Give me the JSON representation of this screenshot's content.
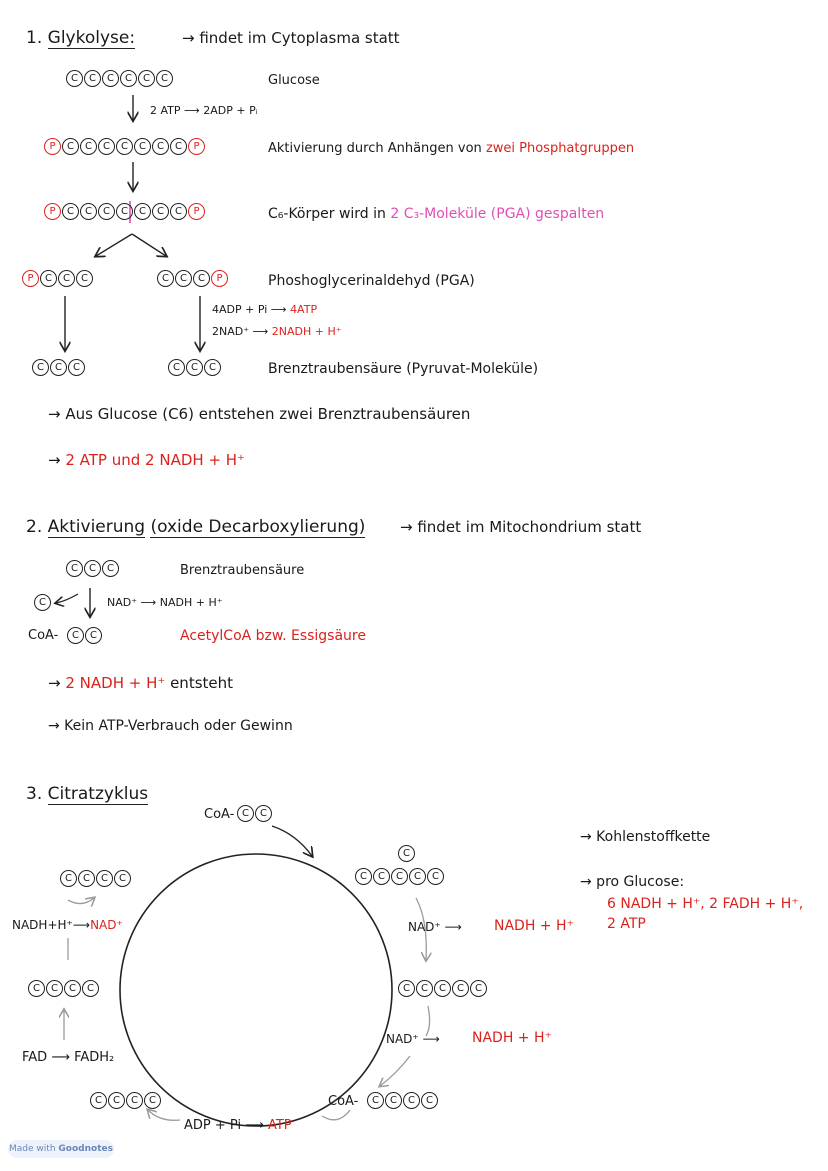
{
  "s1": {
    "num": "1.",
    "title": "Glykolyse:",
    "location": "→ findet im Cytoplasma statt",
    "glucose_label": "Glucose",
    "step1_reaction": "2 ATP ⟶ 2ADP + Pᵢ",
    "activation_label": "Aktivierung durch Anhängen von",
    "activation_red": "zwei Phosphatgruppen",
    "split_label": "C₆-Körper wird in",
    "split_pink": "2 C₃-Moleküle (PGA) gespalten",
    "pga_label": "Phoshoglycerinaldehyd (PGA)",
    "r1_left": "4ADP + Pi ⟶",
    "r1_right": "4ATP",
    "r2_left": "2NAD⁺ ⟶",
    "r2_right": "2NADH + H⁺",
    "pyruvate_label": "Brenztraubensäure (Pyruvat-Moleküle)",
    "summary1": "→ Aus Glucose (C6) entstehen zwei Brenztraubensäuren",
    "summary2_arrow": "→",
    "summary2": "2 ATP und 2 NADH + H⁺"
  },
  "s2": {
    "num": "2.",
    "title_a": "Aktivierung",
    "title_b": "(oxide Decarboxylierung)",
    "location": "→ findet im Mitochondrium statt",
    "brenz_label": "Brenztraubensäure",
    "nad_reaction": "NAD⁺ ⟶ NADH + H⁺",
    "coa_prefix": "CoA-",
    "acetyl_label": "AcetylCoA bzw. Essigsäure",
    "result1_arrow": "→",
    "result1": "2 NADH + H⁺",
    "result1_tail": "entsteht",
    "result2": "→ Kein ATP-Verbrauch oder Gewinn"
  },
  "s3": {
    "num": "3.",
    "title": "Citratzyklus",
    "coa_top": "CoA-",
    "coa_bottom": "CoA-",
    "nadh_left_black": "NADH+H⁺⟶",
    "nadh_left_red": "NAD⁺",
    "nad_right1": "NAD⁺ ⟶",
    "nadh_right1": "NADH + H⁺",
    "nad_right2": "NAD⁺ ⟶",
    "nadh_right2": "NADH + H⁺",
    "fad_label": "FAD ⟶ FADH₂",
    "adp_label": "ADP + Pi ⟶",
    "atp_label": "ATP",
    "note1": "→ Kohlenstoffkette",
    "note2": "→ pro Glucose:",
    "note3": "6 NADH + H⁺, 2 FADH + H⁺,",
    "note4": "2 ATP"
  },
  "badge": {
    "prefix": "Made with",
    "brand": "Goodnotes"
  }
}
